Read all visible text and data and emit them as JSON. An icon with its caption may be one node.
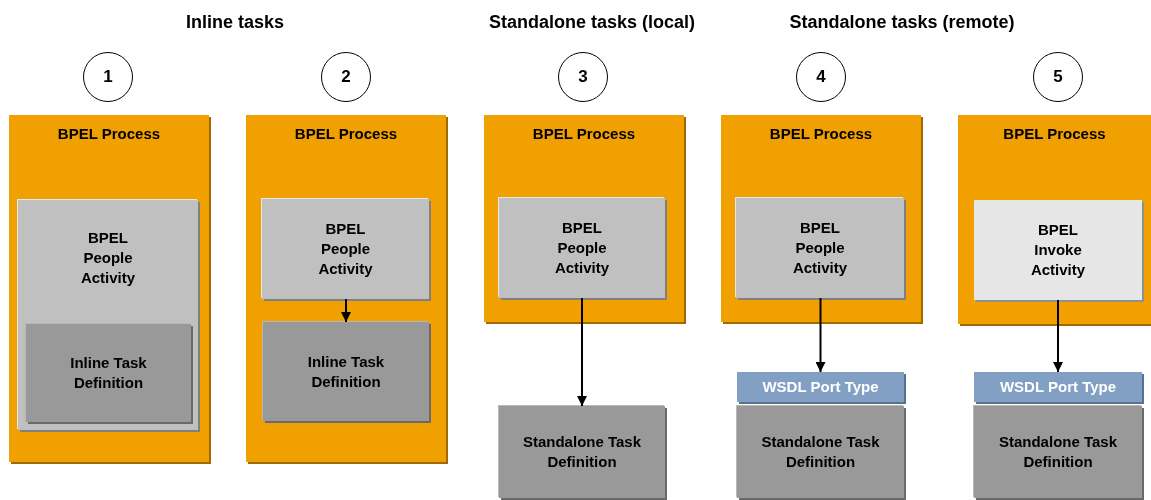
{
  "diagram": {
    "nodes": [
      {
        "text": [
          "1"
        ]
      },
      {
        "text": [
          "2"
        ]
      },
      {
        "text": [
          "3"
        ]
      },
      {
        "text": [
          "4"
        ]
      },
      {
        "text": [
          "5"
        ]
      },
      {
        "text": [
          "BPEL Process"
        ]
      },
      {
        "text": [
          "BPEL People Activity"
        ],
        "in": 5
      },
      {
        "text": [
          "Inline Task Definition"
        ],
        "in": 6
      },
      {
        "text": [
          "BPEL Process"
        ]
      },
      {
        "text": [
          "BPEL People Activity"
        ],
        "in": 8
      },
      {
        "text": [
          "Inline Task Definition"
        ],
        "in": 8
      },
      {
        "text": [
          "BPEL Process"
        ]
      },
      {
        "text": [
          "BPEL People Activity"
        ],
        "in": 11
      },
      {
        "text": [
          "Standalone Task Definition"
        ]
      },
      {
        "text": [
          "BPEL Process"
        ]
      },
      {
        "text": [
          "BPEL People Activity"
        ],
        "in": 14
      },
      {
        "text": [
          "WSDL Port Type"
        ]
      },
      {
        "text": [
          "Standalone Task Definition"
        ]
      },
      {
        "text": [
          "BPEL Process"
        ]
      },
      {
        "text": [
          "BPEL Invoke Activity"
        ],
        "in": 18
      },
      {
        "text": [
          "WSDL Port Type"
        ]
      },
      {
        "text": [
          "Standalone Task Definition"
        ]
      }
    ],
    "edges": [
      {
        "from": 9,
        "to": 10,
        "arrow": "to"
      },
      {
        "from": 12,
        "to": 13,
        "arrow": "to"
      },
      {
        "from": 15,
        "to": 16,
        "arrow": "to"
      },
      {
        "from": 19,
        "to": 20,
        "arrow": "to"
      }
    ],
    "labels": [
      "Inline tasks",
      "Standalone tasks (local)",
      "Standalone tasks (remote)"
    ]
  }
}
